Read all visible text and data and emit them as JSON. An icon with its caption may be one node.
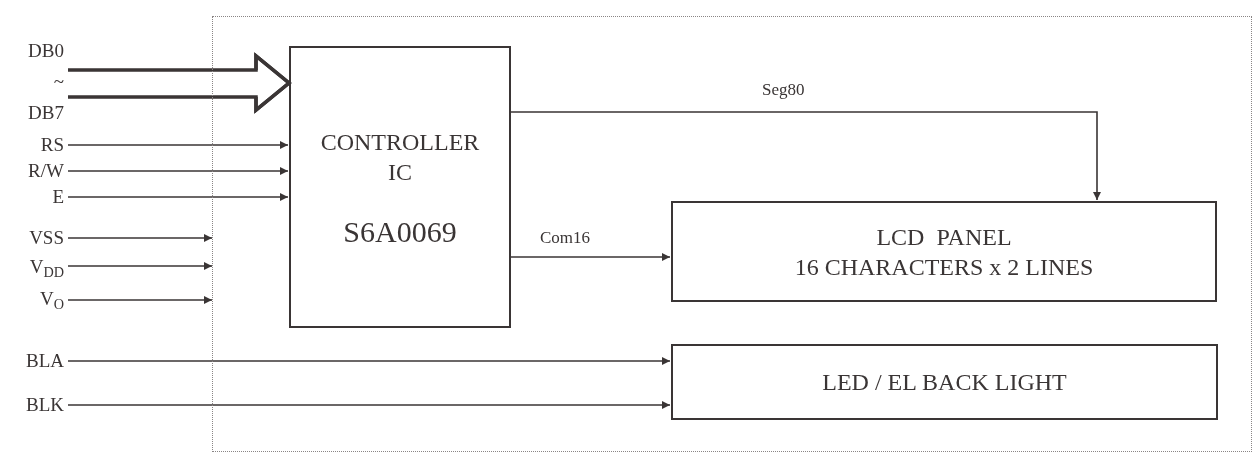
{
  "diagram": {
    "nodes": [
      {
        "text": [],
        "shape": "box"
      },
      {
        "text": [
          "CONTROLLER IC",
          "S6A0069"
        ],
        "in": 0
      },
      {
        "text": [
          "LCD  PANEL",
          "16 CHARACTERS x 2 LINES"
        ],
        "in": 0
      },
      {
        "text": [
          "LED / EL BACK LIGHT"
        ],
        "in": 0
      },
      {
        "text": [
          "DB0",
          "~",
          "DB7"
        ]
      },
      {
        "text": [
          "RS"
        ]
      },
      {
        "text": [
          "R/W"
        ]
      },
      {
        "text": [
          "E"
        ]
      },
      {
        "text": [
          "VSS"
        ]
      },
      {
        "text": [
          "V$_{DD}$"
        ]
      },
      {
        "text": [
          "V$_{O}$"
        ]
      },
      {
        "text": [
          "BLA"
        ]
      },
      {
        "text": [
          "BLK"
        ]
      }
    ],
    "edges": [
      {
        "from": 4,
        "to": 1,
        "arrow": "to",
        "style": "thick"
      },
      {
        "from": 5,
        "to": 1,
        "arrow": "to"
      },
      {
        "from": 6,
        "to": 1,
        "arrow": "to"
      },
      {
        "from": 7,
        "to": 1,
        "arrow": "to"
      },
      {
        "from": 8,
        "to": 0,
        "arrow": "to"
      },
      {
        "from": 9,
        "to": 0,
        "arrow": "to"
      },
      {
        "from": 10,
        "to": 0,
        "arrow": "to"
      },
      {
        "from": 1,
        "to": 2,
        "arrow": "to",
        "label": "Seg80"
      },
      {
        "from": 1,
        "to": 2,
        "arrow": "to",
        "label": "Com16"
      },
      {
        "from": 11,
        "to": 3,
        "arrow": "to"
      },
      {
        "from": 12,
        "to": 3,
        "arrow": "to"
      }
    ]
  }
}
